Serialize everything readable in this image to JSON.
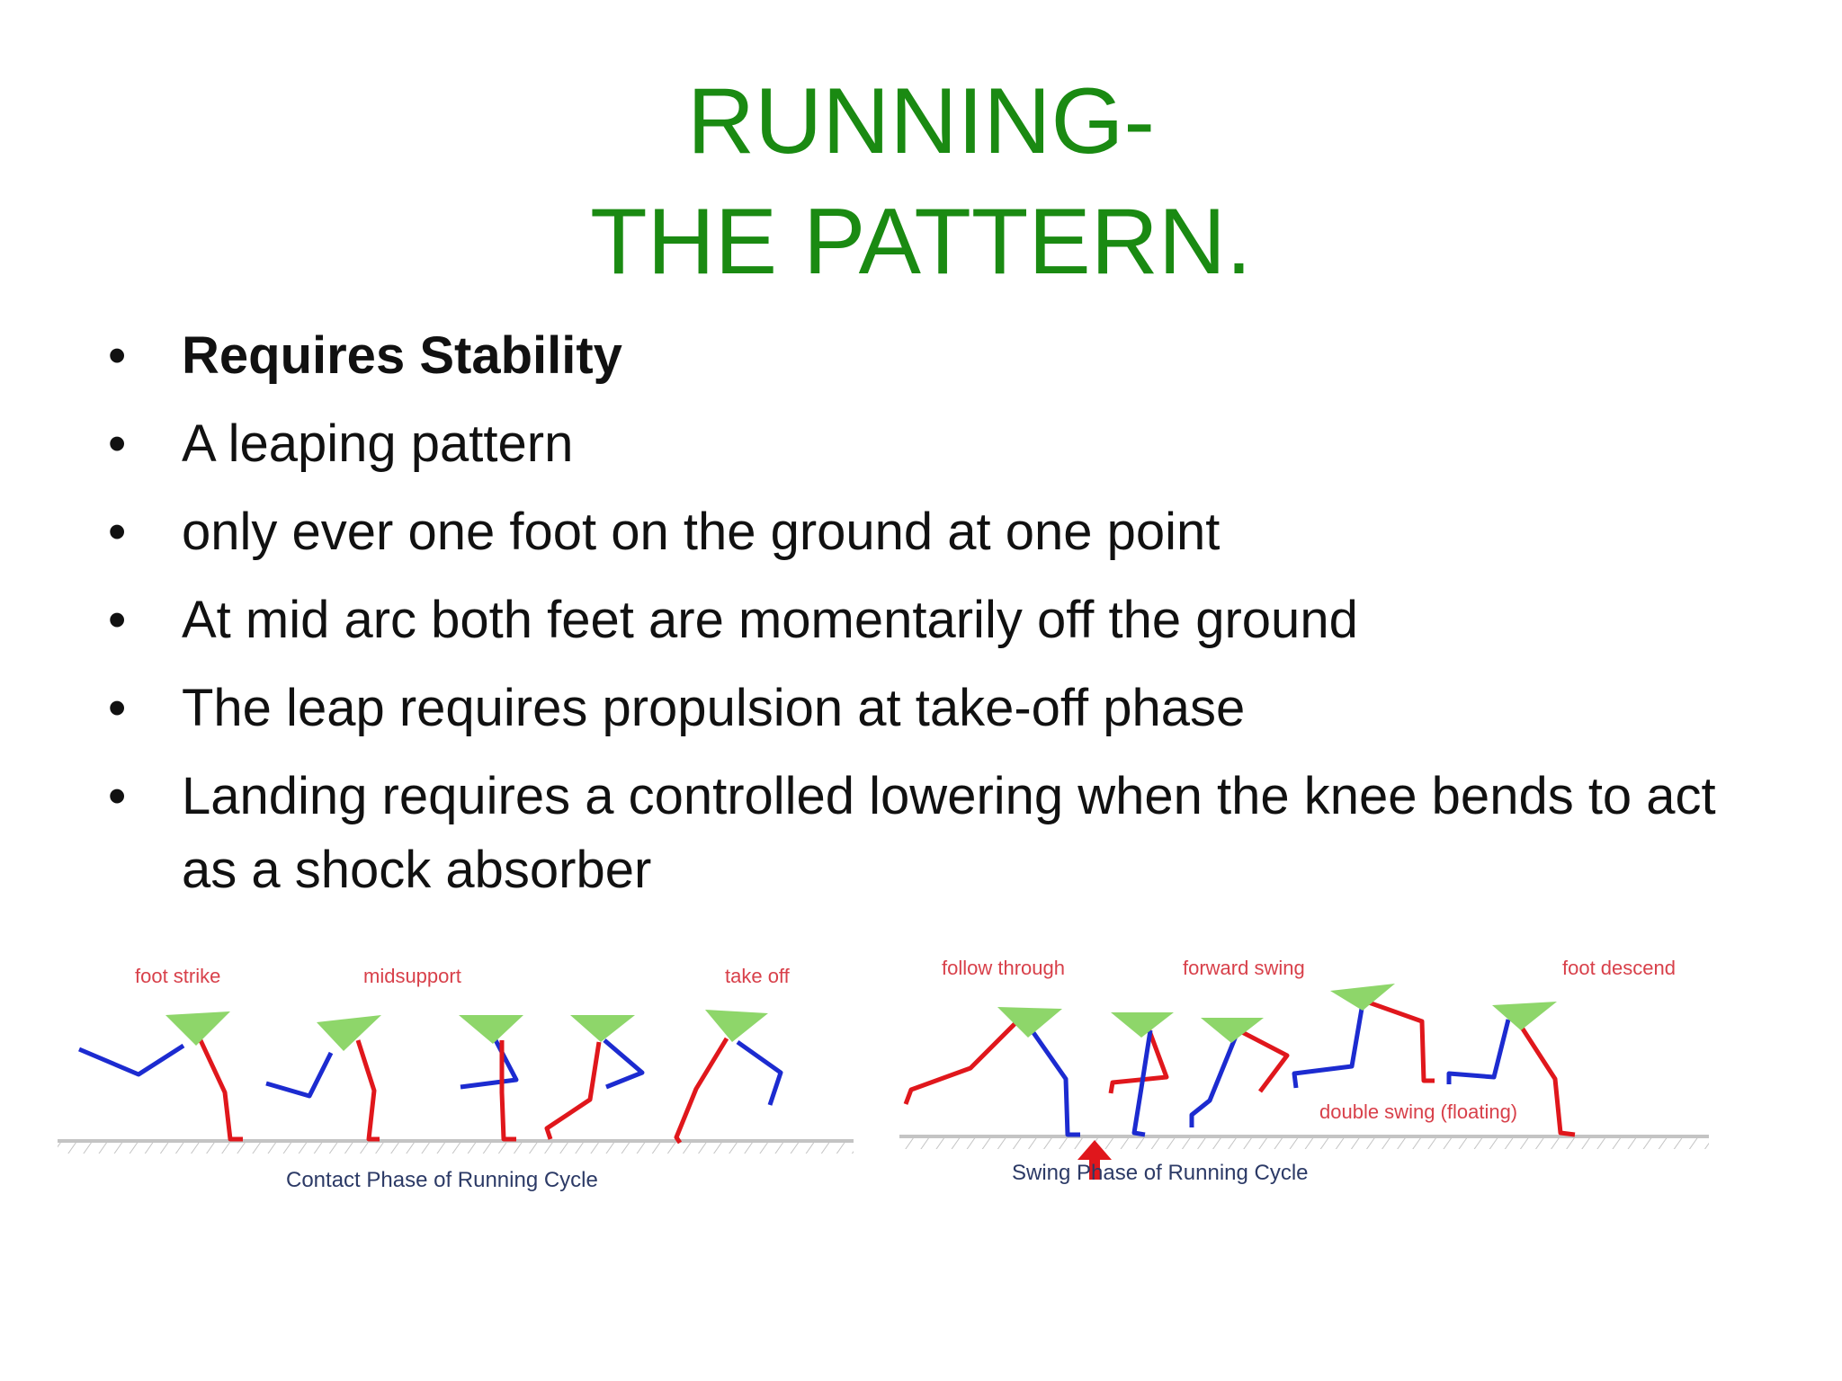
{
  "title": {
    "line1": "RUNNING-",
    "line2": "THE PATTERN."
  },
  "bullets": [
    {
      "text": "Requires Stability",
      "bold": true
    },
    {
      "text": "A leaping pattern",
      "bold": false
    },
    {
      "text": "only ever one foot on the ground at one point",
      "bold": false
    },
    {
      "text": "At mid arc both feet are momentarily off the ground",
      "bold": false
    },
    {
      "text": "The leap requires propulsion at take-off phase",
      "bold": false
    },
    {
      "text": "Landing requires a controlled lowering when the knee bends to act as a shock absorber",
      "bold": false
    }
  ],
  "bullet_glyph": "•",
  "contact_diagram": {
    "labels": [
      "foot strike",
      "midsupport",
      "take off"
    ],
    "caption": "Contact Phase of Running Cycle"
  },
  "swing_diagram": {
    "labels": [
      "follow through",
      "forward swing",
      "foot descend"
    ],
    "float_label": "double swing (floating)",
    "caption": "Swing Phase of Running Cycle"
  },
  "colors": {
    "title": "#1a8a12",
    "leg_red": "#e0171c",
    "leg_blue": "#1c2bd0",
    "hip_green": "#8ed66a",
    "ground": "#bcbcbc",
    "arrow": "#e0171c"
  }
}
